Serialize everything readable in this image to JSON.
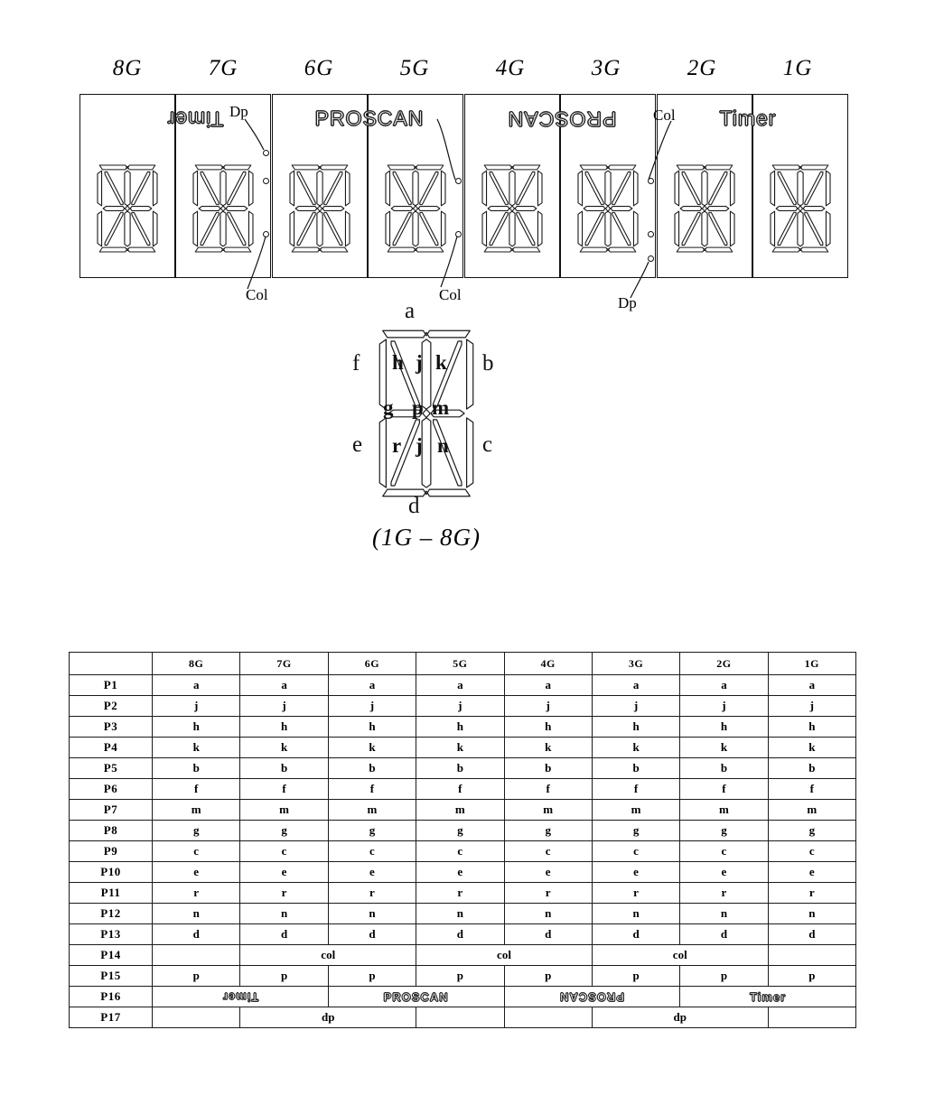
{
  "top_diagram": {
    "grid_labels": [
      "8G",
      "7G",
      "6G",
      "5G",
      "4G",
      "3G",
      "2G",
      "1G"
    ],
    "panel_words": [
      {
        "text": "Timer",
        "flipped": true
      },
      {
        "text": "PROSCAN",
        "flipped": false
      },
      {
        "text": "PROSCAN",
        "flipped": true
      },
      {
        "text": "Timer",
        "flipped": false
      }
    ],
    "annotations": {
      "dp_left": "Dp",
      "col_left": "Col",
      "col_mid": "Col",
      "col_right": "Col",
      "dp_right": "Dp"
    }
  },
  "segment_map": {
    "labels": {
      "a": "a",
      "b": "b",
      "c": "c",
      "d": "d",
      "e": "e",
      "f": "f",
      "g": "g",
      "h": "h",
      "j_top": "j",
      "k": "k",
      "m": "m",
      "n": "n",
      "p": "p",
      "r": "r",
      "j_bottom": "j"
    },
    "caption": "(1G – 8G)"
  },
  "pin_table": {
    "corner": "",
    "columns": [
      "8G",
      "7G",
      "6G",
      "5G",
      "4G",
      "3G",
      "2G",
      "1G"
    ],
    "rows": [
      {
        "pin": "P1",
        "cells": [
          "a",
          "a",
          "a",
          "a",
          "a",
          "a",
          "a",
          "a"
        ]
      },
      {
        "pin": "P2",
        "cells": [
          "j",
          "j",
          "j",
          "j",
          "j",
          "j",
          "j",
          "j"
        ]
      },
      {
        "pin": "P3",
        "cells": [
          "h",
          "h",
          "h",
          "h",
          "h",
          "h",
          "h",
          "h"
        ]
      },
      {
        "pin": "P4",
        "cells": [
          "k",
          "k",
          "k",
          "k",
          "k",
          "k",
          "k",
          "k"
        ]
      },
      {
        "pin": "P5",
        "cells": [
          "b",
          "b",
          "b",
          "b",
          "b",
          "b",
          "b",
          "b"
        ]
      },
      {
        "pin": "P6",
        "cells": [
          "f",
          "f",
          "f",
          "f",
          "f",
          "f",
          "f",
          "f"
        ]
      },
      {
        "pin": "P7",
        "cells": [
          "m",
          "m",
          "m",
          "m",
          "m",
          "m",
          "m",
          "m"
        ]
      },
      {
        "pin": "P8",
        "cells": [
          "g",
          "g",
          "g",
          "g",
          "g",
          "g",
          "g",
          "g"
        ]
      },
      {
        "pin": "P9",
        "cells": [
          "c",
          "c",
          "c",
          "c",
          "c",
          "c",
          "c",
          "c"
        ]
      },
      {
        "pin": "P10",
        "cells": [
          "e",
          "e",
          "e",
          "e",
          "e",
          "e",
          "e",
          "e"
        ]
      },
      {
        "pin": "P11",
        "cells": [
          "r",
          "r",
          "r",
          "r",
          "r",
          "r",
          "r",
          "r"
        ]
      },
      {
        "pin": "P12",
        "cells": [
          "n",
          "n",
          "n",
          "n",
          "n",
          "n",
          "n",
          "n"
        ]
      },
      {
        "pin": "P13",
        "cells": [
          "d",
          "d",
          "d",
          "d",
          "d",
          "d",
          "d",
          "d"
        ]
      },
      {
        "pin": "P15",
        "cells": [
          "p",
          "p",
          "p",
          "p",
          "p",
          "p",
          "p",
          "p"
        ]
      }
    ],
    "p14": {
      "pin": "P14",
      "segments": [
        {
          "type": "diagonal",
          "span": 1,
          "text": ""
        },
        {
          "type": "text",
          "span": 2,
          "text": "col"
        },
        {
          "type": "text",
          "span": 2,
          "text": "col"
        },
        {
          "type": "text",
          "span": 2,
          "text": "col"
        },
        {
          "type": "diagonal",
          "span": 1,
          "text": ""
        }
      ]
    },
    "p16": {
      "pin": "P16",
      "segments": [
        {
          "type": "word",
          "span": 2,
          "text": "Timer",
          "flipped": true
        },
        {
          "type": "word",
          "span": 2,
          "text": "PROSCAN",
          "flipped": false
        },
        {
          "type": "word",
          "span": 2,
          "text": "PROSCAN",
          "flipped": true
        },
        {
          "type": "word",
          "span": 2,
          "text": "Timer",
          "flipped": false
        }
      ]
    },
    "p17": {
      "pin": "P17",
      "segments": [
        {
          "type": "diagonal",
          "span": 1,
          "text": ""
        },
        {
          "type": "text",
          "span": 2,
          "text": "dp"
        },
        {
          "type": "diagonal",
          "span": 1,
          "text": ""
        },
        {
          "type": "diagonal",
          "span": 1,
          "text": ""
        },
        {
          "type": "text",
          "span": 2,
          "text": "dp"
        },
        {
          "type": "diagonal",
          "span": 1,
          "text": ""
        }
      ]
    }
  }
}
